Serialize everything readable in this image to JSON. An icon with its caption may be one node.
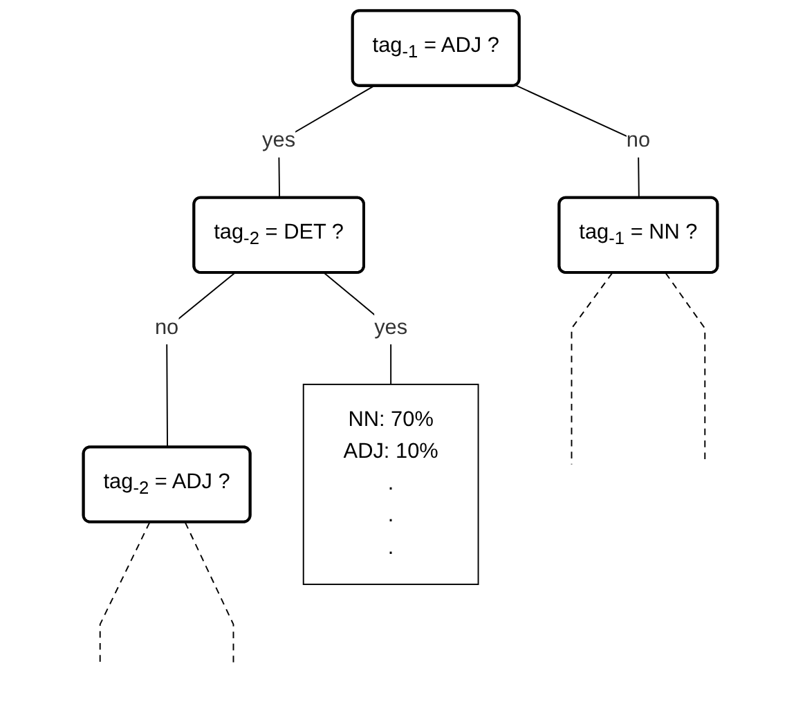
{
  "diagram": {
    "nodes": [
      {
        "text": [
          "tag$_{-1}$ = ADJ ?"
        ]
      },
      {
        "text": [
          "tag$_{-1}$ = NN ?"
        ]
      },
      {
        "text": [
          "tag$_{-2}$ = DET ?"
        ]
      },
      {
        "text": [
          "tag$_{-2}$ = ADJ ?"
        ]
      },
      {
        "text": [
          "NN: 70%",
          "ADJ: 10%",
          ".",
          ".",
          "."
        ]
      }
    ],
    "edges": [
      {
        "from": 0,
        "to": 1,
        "arrow": "none",
        "label": "no"
      },
      {
        "from": 0,
        "to": 2,
        "arrow": "none",
        "label": "yes"
      },
      {
        "from": 1,
        "to": null,
        "arrow": "none",
        "style": "dashed"
      },
      {
        "from": 1,
        "to": null,
        "arrow": "none",
        "style": "dashed"
      },
      {
        "from": 2,
        "to": 3,
        "arrow": "none",
        "label": "no"
      },
      {
        "from": 2,
        "to": 4,
        "arrow": "none",
        "label": "yes"
      },
      {
        "from": 3,
        "to": null,
        "arrow": "none",
        "style": "dashed"
      },
      {
        "from": 3,
        "to": null,
        "arrow": "none",
        "style": "dashed"
      }
    ]
  }
}
